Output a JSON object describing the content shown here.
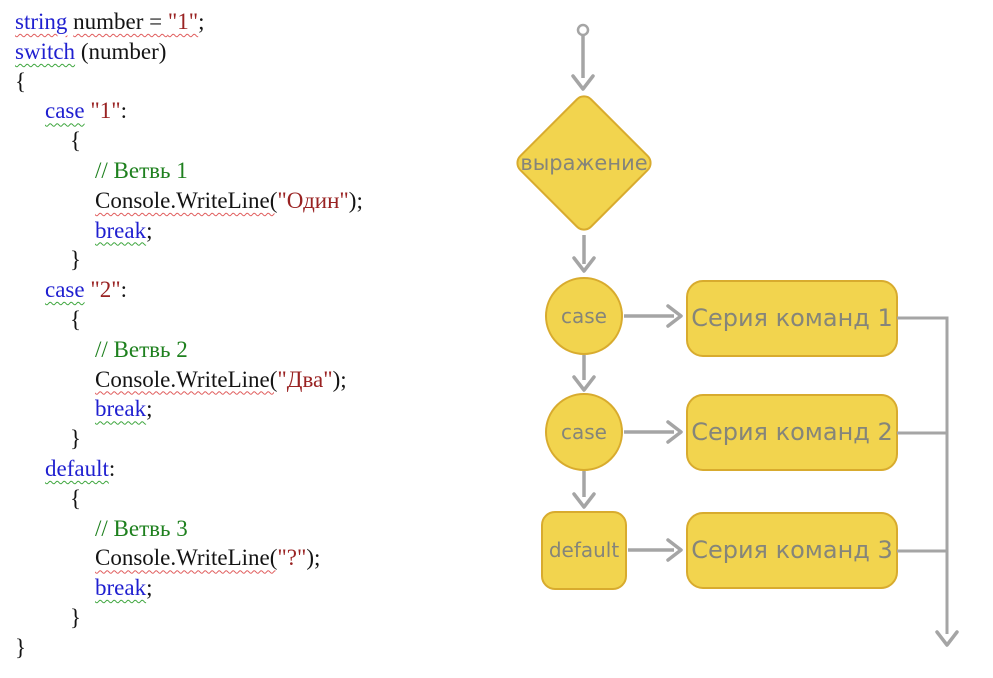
{
  "code": {
    "lines": [
      {
        "indent": 0,
        "segs": [
          {
            "t": "string",
            "k": "kw-err"
          },
          {
            "t": " ",
            "k": "pl"
          },
          {
            "t": "number = ",
            "k": "pl-err"
          },
          {
            "t": "\"1\"",
            "k": "str-err"
          },
          {
            "t": ";",
            "k": "pl"
          }
        ]
      },
      {
        "indent": 0,
        "segs": [
          {
            "t": "switch",
            "k": "kw-warn"
          },
          {
            "t": " (number)",
            "k": "pl"
          }
        ]
      },
      {
        "indent": 0,
        "segs": [
          {
            "t": "{",
            "k": "pl"
          }
        ]
      },
      {
        "indent": 1,
        "segs": [
          {
            "t": "case",
            "k": "kw-warn"
          },
          {
            "t": " ",
            "k": "pl"
          },
          {
            "t": "\"1\"",
            "k": "str"
          },
          {
            "t": ":",
            "k": "pl"
          }
        ]
      },
      {
        "indent": 2,
        "segs": [
          {
            "t": "{",
            "k": "pl"
          }
        ]
      },
      {
        "indent": 3,
        "segs": [
          {
            "t": "// Ветвь 1",
            "k": "com"
          }
        ]
      },
      {
        "indent": 3,
        "segs": [
          {
            "t": "Console.WriteLine(",
            "k": "pl-err"
          },
          {
            "t": "\"Один\"",
            "k": "str"
          },
          {
            "t": ");",
            "k": "pl"
          }
        ]
      },
      {
        "indent": 3,
        "segs": [
          {
            "t": "break",
            "k": "kw-warn"
          },
          {
            "t": ";",
            "k": "pl"
          }
        ]
      },
      {
        "indent": 2,
        "segs": [
          {
            "t": "}",
            "k": "pl"
          }
        ]
      },
      {
        "indent": 1,
        "segs": [
          {
            "t": "case",
            "k": "kw-warn"
          },
          {
            "t": " ",
            "k": "pl"
          },
          {
            "t": "\"2\"",
            "k": "str"
          },
          {
            "t": ":",
            "k": "pl"
          }
        ]
      },
      {
        "indent": 2,
        "segs": [
          {
            "t": "{",
            "k": "pl"
          }
        ]
      },
      {
        "indent": 3,
        "segs": [
          {
            "t": "// Ветвь 2",
            "k": "com"
          }
        ]
      },
      {
        "indent": 3,
        "segs": [
          {
            "t": "Console.WriteLine(",
            "k": "pl-err"
          },
          {
            "t": "\"Два\"",
            "k": "str"
          },
          {
            "t": ");",
            "k": "pl"
          }
        ]
      },
      {
        "indent": 3,
        "segs": [
          {
            "t": "break",
            "k": "kw-warn"
          },
          {
            "t": ";",
            "k": "pl"
          }
        ]
      },
      {
        "indent": 2,
        "segs": [
          {
            "t": "}",
            "k": "pl"
          }
        ]
      },
      {
        "indent": 1,
        "segs": [
          {
            "t": "default",
            "k": "kw-warn"
          },
          {
            "t": ":",
            "k": "pl"
          }
        ]
      },
      {
        "indent": 2,
        "segs": [
          {
            "t": "{",
            "k": "pl"
          }
        ]
      },
      {
        "indent": 3,
        "segs": [
          {
            "t": "// Ветвь 3",
            "k": "com"
          }
        ]
      },
      {
        "indent": 3,
        "segs": [
          {
            "t": "Console.WriteLine(",
            "k": "pl-err"
          },
          {
            "t": "\"?\"",
            "k": "str"
          },
          {
            "t": ");",
            "k": "pl"
          }
        ]
      },
      {
        "indent": 3,
        "segs": [
          {
            "t": "break",
            "k": "kw-warn"
          },
          {
            "t": ";",
            "k": "pl"
          }
        ]
      },
      {
        "indent": 2,
        "segs": [
          {
            "t": "}",
            "k": "pl"
          }
        ]
      },
      {
        "indent": 0,
        "segs": [
          {
            "t": "}",
            "k": "pl"
          }
        ]
      }
    ]
  },
  "flowchart": {
    "decision_label": "выражение",
    "case1_label": "case",
    "case2_label": "case",
    "default_label": "default",
    "branch1_label": "Серия команд 1",
    "branch2_label": "Серия команд 2",
    "branch3_label": "Серия команд 3"
  },
  "colors": {
    "shape_fill": "#f2d44e",
    "shape_stroke": "#d8ab2e",
    "shape_text": "#85857a",
    "arrow": "#a5a5a5",
    "keyword": "#1f1fd0",
    "string_literal": "#992222",
    "comment": "#1e801e",
    "squiggle_error": "#e05c5c",
    "squiggle_warning": "#3da53d"
  }
}
